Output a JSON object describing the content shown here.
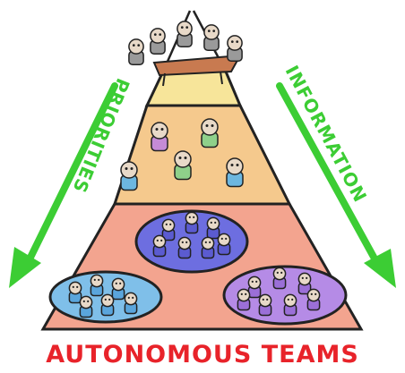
{
  "labels": {
    "left_arrow": "PRIORITIES",
    "right_arrow": "INFORMATION",
    "caption": "AUTONOMOUS TEAMS"
  },
  "colors": {
    "tier_top": "#f7e59a",
    "tier_middle": "#f5c98d",
    "tier_bottom": "#f3a48f",
    "arrows": "#3ccd34",
    "caption": "#e8232a",
    "table": "#c87a50",
    "team_blue": "#7fbfe9",
    "team_indigo": "#6d6ee0",
    "team_purple": "#b58be6",
    "outline": "#222222"
  },
  "icons": [
    "leader-table",
    "person",
    "team-circle",
    "arrow-down"
  ]
}
